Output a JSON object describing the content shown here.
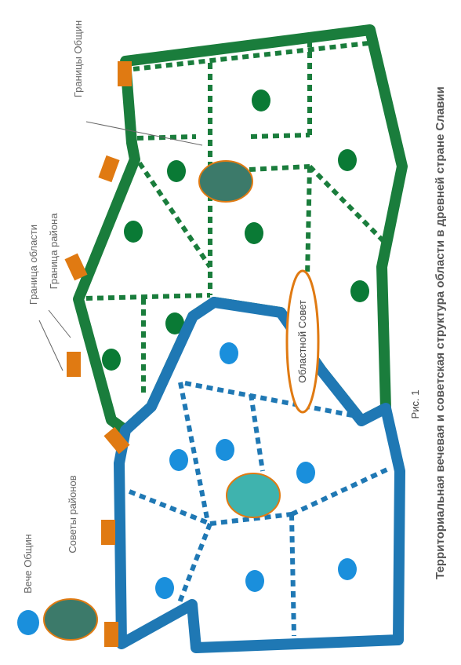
{
  "caption": "Территориальная вечевая и советская структура области в древней стране  Славии",
  "figure_label": "Рис. 1",
  "labels": {
    "community_border": "Границы Общин",
    "region_border": "Граница области",
    "district_border": "Граница района",
    "regional_council": "Областной Совет"
  },
  "legend": {
    "community_veche": "Вече Общин",
    "district_councils": "Советы районов"
  },
  "colors": {
    "green_border": "#1a7d3c",
    "blue_border": "#1f78b4",
    "green_node": "#0a7a35",
    "blue_node": "#1a8fdc",
    "council_fill": "#3c7a6a",
    "council_teal": "#3fb3ae",
    "orange": "#e07a12"
  }
}
